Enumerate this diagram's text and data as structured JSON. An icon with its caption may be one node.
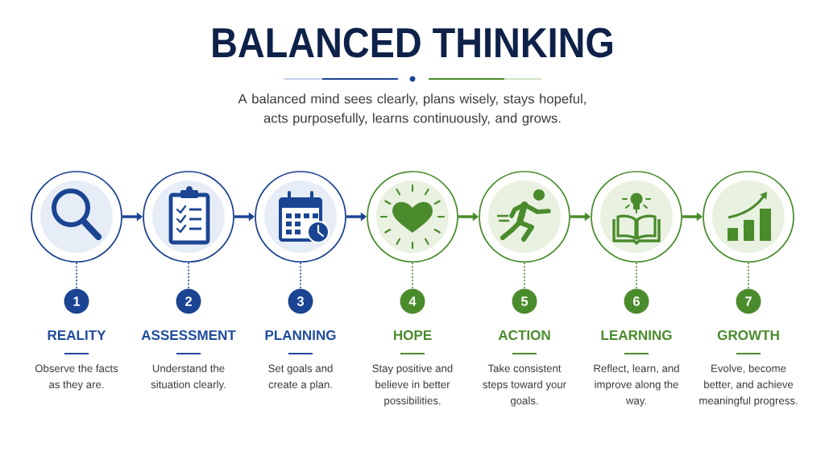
{
  "diagram": {
    "title": "BALANCED THINKING",
    "nodes": [
      {
        "text": [],
        "shape": "circle"
      },
      {
        "text": [],
        "shape": "circle"
      },
      {
        "text": [],
        "shape": "circle"
      },
      {
        "text": [],
        "shape": "circle"
      },
      {
        "text": [],
        "shape": "circle"
      },
      {
        "text": [],
        "shape": "circle"
      },
      {
        "text": [],
        "shape": "circle"
      },
      {
        "text": [
          "1"
        ],
        "beside": [
          "REALITY",
          "Observe the facts as they are."
        ]
      },
      {
        "text": [
          "2"
        ],
        "beside": [
          "ASSESSMENT",
          "Understand the situation clearly."
        ]
      },
      {
        "text": [
          "3"
        ],
        "beside": [
          "PLANNING",
          "Set goals and create a plan."
        ]
      },
      {
        "text": [
          "4"
        ],
        "beside": [
          "HOPE",
          "Stay positive and believe in better possibilities."
        ]
      },
      {
        "text": [
          "5"
        ],
        "beside": [
          "ACTION",
          "Take consistent steps toward your goals."
        ]
      },
      {
        "text": [
          "6"
        ],
        "beside": [
          "LEARNING",
          "Reflect, learn, and improve along the way."
        ]
      },
      {
        "text": [
          "7"
        ],
        "beside": [
          "GROWTH",
          "Evolve, become better, and achieve meaningful progress."
        ]
      }
    ],
    "edges": [
      {
        "from": 0,
        "to": 1,
        "arrow": "to",
        "style": "thick",
        "color": "#1b4592"
      },
      {
        "from": 1,
        "to": 2,
        "arrow": "to",
        "style": "thick",
        "color": "#1b4592"
      },
      {
        "from": 2,
        "to": 3,
        "arrow": "to",
        "style": "thick",
        "color": "#1b4592"
      },
      {
        "from": 3,
        "to": 4,
        "arrow": "to",
        "style": "thick"
      },
      {
        "from": 4,
        "to": 5,
        "arrow": "to",
        "style": "thick"
      },
      {
        "from": 5,
        "to": 6,
        "arrow": "to",
        "style": "thick"
      },
      {
        "from": 0,
        "to": 7,
        "arrow": "none",
        "style": "dashed",
        "color": "#1b4592"
      },
      {
        "from": 1,
        "to": 8,
        "arrow": "none",
        "style": "dashed",
        "color": "#1b4592"
      },
      {
        "from": 2,
        "to": 9,
        "arrow": "none",
        "style": "dashed",
        "color": "#1b4592"
      },
      {
        "from": 3,
        "to": 10,
        "arrow": "none",
        "style": "dashed"
      },
      {
        "from": 4,
        "to": 11,
        "arrow": "none",
        "style": "dashed"
      },
      {
        "from": 5,
        "to": 12,
        "arrow": "none",
        "style": "dashed"
      },
      {
        "from": 6,
        "to": 13,
        "arrow": "none",
        "style": "dashed"
      }
    ],
    "labels": [
      "A balanced mind sees clearly, plans wisely, stays hopeful, acts purposefully, learns continuously, and grows."
    ]
  }
}
